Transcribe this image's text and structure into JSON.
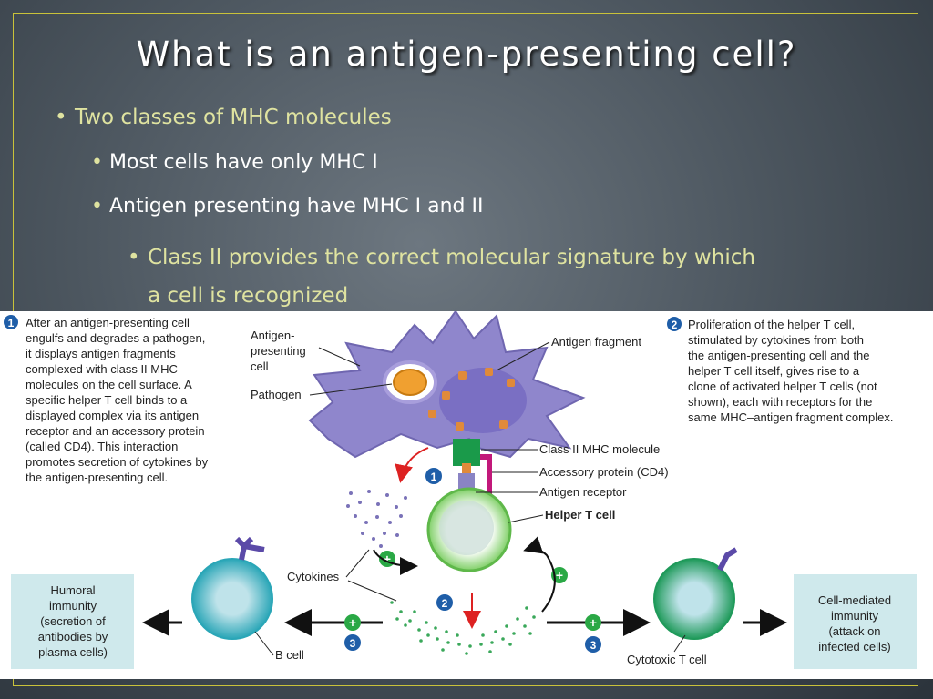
{
  "title": "What is an antigen-presenting cell?",
  "bullets": {
    "level1": "Two classes of MHC molecules",
    "level2a": "Most cells have only MHC I",
    "level2b": "Antigen presenting have MHC I and II",
    "level3_line1": "Class II provides the correct molecular signature by which",
    "level3_line2": "a cell is recognized"
  },
  "figure": {
    "step1_text": [
      "After an antigen-presenting cell",
      "engulfs and degrades a pathogen,",
      "it displays antigen fragments",
      "complexed with class II MHC",
      "molecules on the cell surface. A",
      "specific helper T cell binds to a",
      "displayed complex via its antigen",
      "receptor and an accessory protein",
      "(called CD4). This interaction",
      "promotes secretion of cytokines by",
      "the antigen-presenting cell."
    ],
    "step2_text": [
      "Proliferation of the helper T cell,",
      "stimulated by cytokines from both",
      "the antigen-presenting cell and the",
      "helper T cell itself, gives rise to a",
      "clone of activated helper T cells (not",
      "shown), each with receptors for the",
      "same MHC–antigen fragment complex."
    ],
    "apc_label": [
      "Antigen-",
      "presenting",
      "cell"
    ],
    "pathogen_label": "Pathogen",
    "antigen_fragment_label": "Antigen fragment",
    "class2_label": "Class II MHC molecule",
    "accessory_label": "Accessory protein (CD4)",
    "receptor_label": "Antigen receptor",
    "helper_label": "Helper T cell",
    "cytokines_label": "Cytokines",
    "bcell_label": "B cell",
    "cytotoxic_label": "Cytotoxic T cell",
    "humoral_box": [
      "Humoral",
      "immunity",
      "(secretion of",
      "antibodies by",
      "plasma cells)"
    ],
    "cellmediated_box": [
      "Cell-mediated",
      "immunity",
      "(attack on",
      "infected cells)"
    ],
    "step_numbers": [
      "1",
      "2",
      "3"
    ],
    "plus_sign": "+",
    "colors": {
      "apc": "#8f86cc",
      "pathogen": "#f0a030",
      "mhc": "#1a9a4a",
      "cd4": "#c2187a",
      "helper": "#8fd27a",
      "nucleus": "#b8d4dc",
      "bcell": "#3fb6c4",
      "box": "#cfe9ec",
      "badge": "#1f5ea8",
      "plus": "#2aa845",
      "cytokine": "#3aa85a"
    }
  }
}
